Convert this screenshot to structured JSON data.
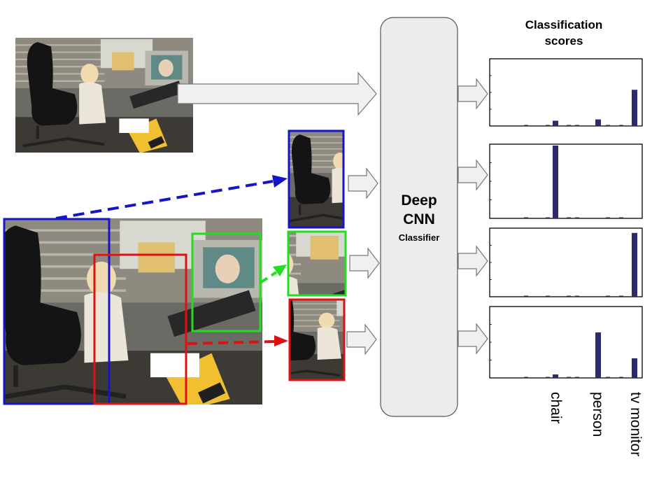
{
  "diagram": {
    "classifier": {
      "line1": "Deep",
      "line2": "CNN",
      "line3": "Classifier"
    },
    "scores_title": {
      "line1": "Classification",
      "line2": "scores"
    },
    "category_labels": [
      "chair",
      "person",
      "tv monitor"
    ],
    "colors": {
      "bar": "#2e2a6e",
      "crop_blue": "#1414c8",
      "crop_green": "#22dd22",
      "crop_red": "#dd1111",
      "arrow_fill": "#f0f0f0",
      "arrow_stroke": "#777777",
      "box_fill": "#ececec"
    },
    "score_panels": [
      {
        "input": "full-image",
        "scores": {
          "chair": 0.08,
          "person": 0.1,
          "tv monitor": 0.55
        }
      },
      {
        "input": "chair-crop",
        "scores": {
          "chair": 1.0,
          "person": 0.0,
          "tv monitor": 0.0
        }
      },
      {
        "input": "tv-monitor-crop",
        "scores": {
          "chair": 0.0,
          "person": 0.0,
          "tv monitor": 0.95
        }
      },
      {
        "input": "person-crop",
        "scores": {
          "chair": 0.05,
          "person": 0.65,
          "tv monitor": 0.28
        }
      }
    ]
  }
}
